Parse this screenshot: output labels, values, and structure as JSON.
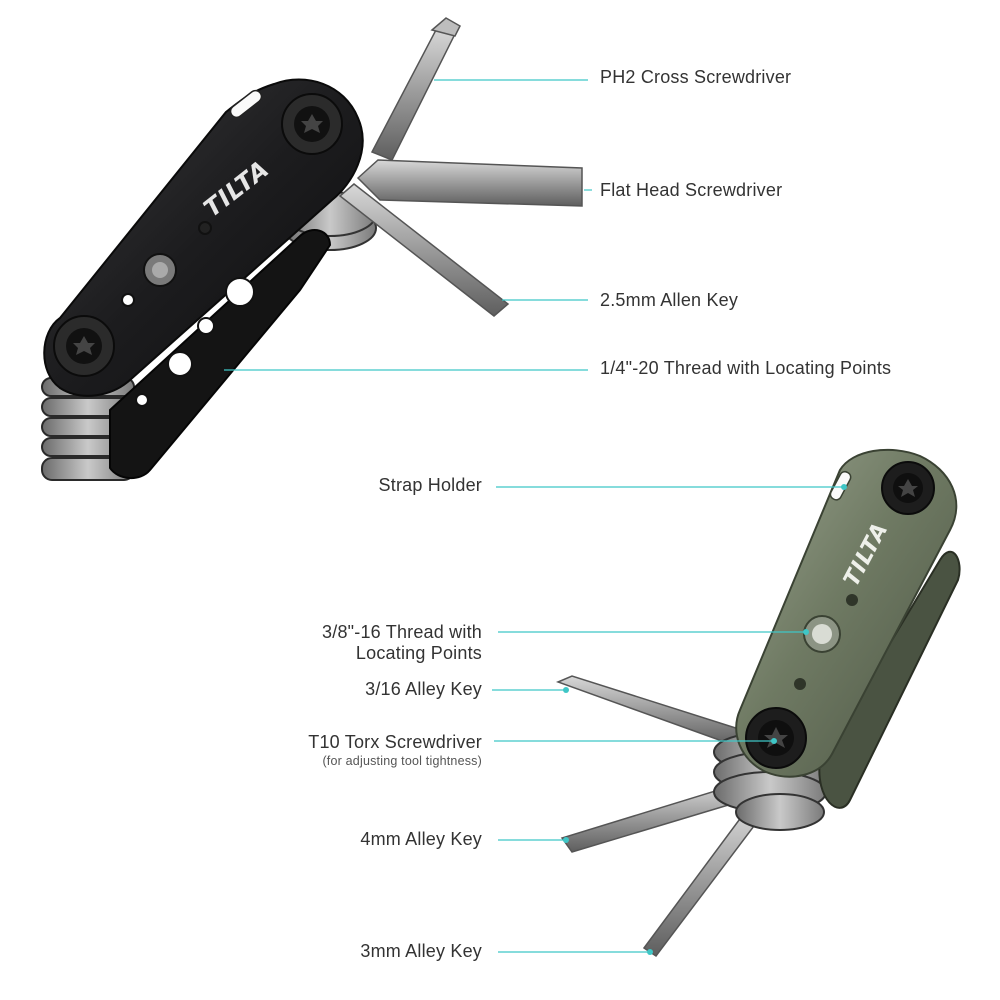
{
  "brand": "TILTA",
  "accent_color": "#3fc6c6",
  "tool_black": {
    "callouts": [
      {
        "id": "ph2",
        "label": "PH2 Cross Screwdriver"
      },
      {
        "id": "flat",
        "label": "Flat Head Screwdriver"
      },
      {
        "id": "allen25",
        "label": "2.5mm Allen Key"
      },
      {
        "id": "thread14",
        "label": "1/4\"-20 Thread with Locating Points"
      }
    ]
  },
  "tool_green": {
    "callouts": [
      {
        "id": "strap",
        "label": "Strap Holder"
      },
      {
        "id": "thread38",
        "label_line1": "3/8\"-16 Thread with",
        "label_line2": "Locating Points"
      },
      {
        "id": "key316",
        "label": "3/16 Alley Key"
      },
      {
        "id": "t10",
        "label": "T10 Torx Screwdriver",
        "note": "(for adjusting tool tightness)"
      },
      {
        "id": "key4",
        "label": "4mm Alley Key"
      },
      {
        "id": "key3",
        "label": "3mm Alley Key"
      }
    ]
  }
}
